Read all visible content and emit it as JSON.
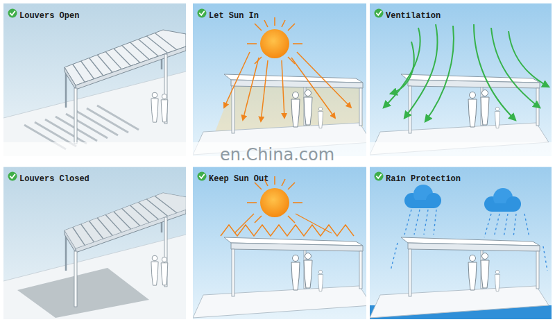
{
  "diagram": {
    "nodes": [
      {
        "text": [
          "Louvers Open"
        ]
      },
      {
        "text": [
          "Let Sun In"
        ]
      },
      {
        "text": [
          "Ventilation"
        ]
      },
      {
        "text": [
          "Louvers Closed"
        ]
      },
      {
        "text": [
          "Keep Sun Out"
        ]
      },
      {
        "text": [
          "Rain Protection"
        ]
      }
    ],
    "labels": [
      "en.China.com"
    ]
  }
}
